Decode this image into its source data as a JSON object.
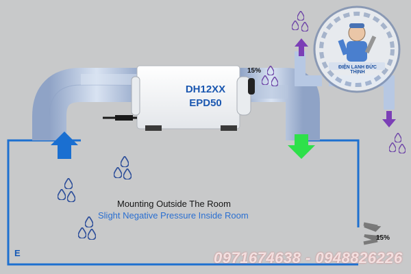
{
  "unit": {
    "model_line1": "DH12XX",
    "model_line2": "EPD50"
  },
  "airflow": {
    "top_percent": "15%",
    "side_percent": "15%"
  },
  "caption": {
    "mounting": "Mounting Outside The Room",
    "pressure": "Slight Negative Pressure Inside Room"
  },
  "room": {
    "corner_letter": "E"
  },
  "watermark": {
    "phones": "0971674638 - 0948826226",
    "brand": "ĐIỆN LẠNH ĐỨC THỊNH"
  },
  "colors": {
    "background": "#c8c9ca",
    "duct": "#a9b9d3",
    "room_wall": "#1d70d0",
    "intake_arrow": "#1a6fd1",
    "supply_arrow": "#2ee04a",
    "exhaust_arrow": "#7b3fb6",
    "water_drop": "#2e4f9a",
    "exhaust_drop": "#6f47a8"
  }
}
